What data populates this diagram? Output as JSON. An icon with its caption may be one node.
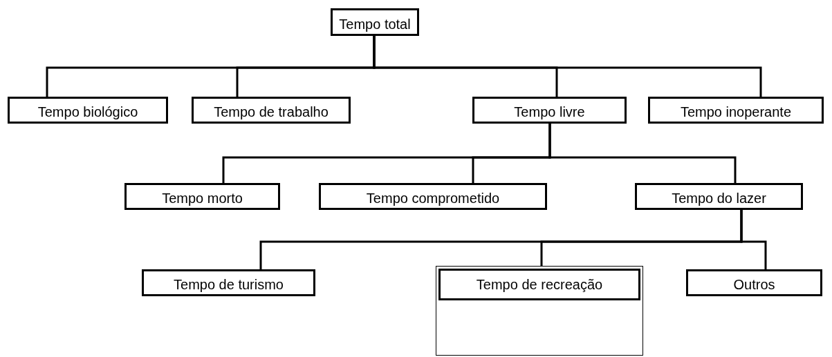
{
  "diagram": {
    "nodes": [
      {
        "text": [
          "Tempo total"
        ]
      },
      {
        "text": [
          "Tempo biológico"
        ]
      },
      {
        "text": [
          "Tempo de trabalho"
        ]
      },
      {
        "text": [
          "Tempo livre"
        ]
      },
      {
        "text": [
          "Tempo inoperante"
        ]
      },
      {
        "text": [
          "Tempo morto"
        ]
      },
      {
        "text": [
          "Tempo comprometido"
        ]
      },
      {
        "text": [
          "Tempo do lazer"
        ]
      },
      {
        "text": [
          "Tempo de turismo"
        ]
      },
      {
        "text": [
          "Tempo de recreação"
        ]
      },
      {
        "text": [
          "Outros"
        ]
      }
    ],
    "edges": [
      {
        "from": 0,
        "to": 1,
        "arrow": "none"
      },
      {
        "from": 0,
        "to": 2,
        "arrow": "none"
      },
      {
        "from": 0,
        "to": 3,
        "arrow": "none"
      },
      {
        "from": 0,
        "to": 4,
        "arrow": "none"
      },
      {
        "from": 3,
        "to": 5,
        "arrow": "none"
      },
      {
        "from": 3,
        "to": 6,
        "arrow": "none"
      },
      {
        "from": 3,
        "to": 7,
        "arrow": "none"
      },
      {
        "from": 7,
        "to": 8,
        "arrow": "none"
      },
      {
        "from": 7,
        "to": 9,
        "arrow": "none"
      },
      {
        "from": 7,
        "to": 10,
        "arrow": "none"
      }
    ]
  }
}
